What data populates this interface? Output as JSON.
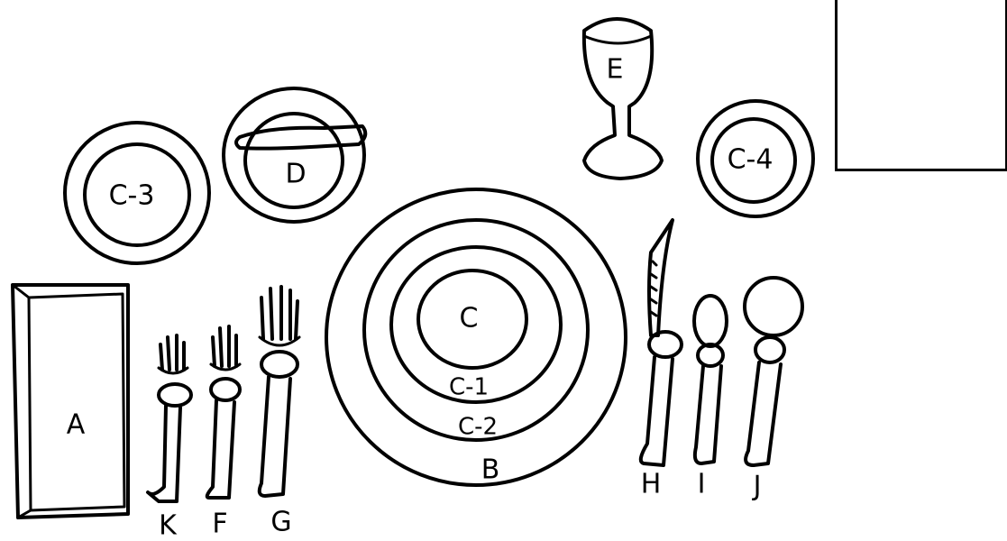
{
  "labels": {
    "napkin": "A",
    "charger": "B",
    "plate_center": "C",
    "plate_ring1": "C-1",
    "plate_ring2": "C-2",
    "salad_plate": "C-3",
    "bread_plate": "D",
    "glass": "E",
    "side_plate": "C-4",
    "fork_k": "K",
    "fork_f": "F",
    "fork_g": "G",
    "knife_h": "H",
    "spoon_i": "I",
    "spoon_j": "J"
  }
}
